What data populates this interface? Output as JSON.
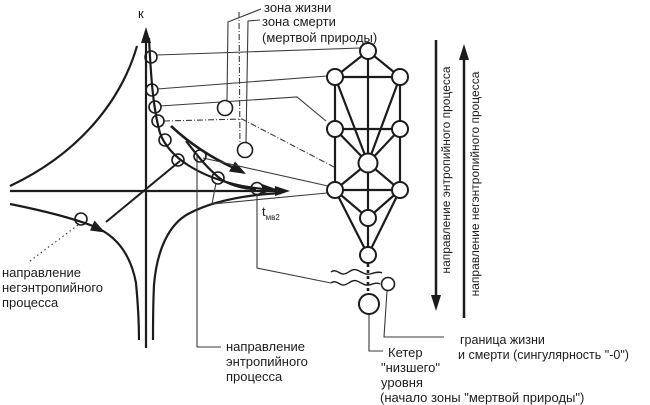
{
  "figure": {
    "background": "#ffffff",
    "ink": "#1c1c1c",
    "thin_line": "#3a3a3a"
  },
  "axes": {
    "y_label": "к",
    "x_label_main": "t",
    "x_label_sub": "мв2"
  },
  "top_labels": {
    "zone_life": "зона жизни",
    "zone_death_line1": "зона смерти",
    "zone_death_line2": "(мертвой природы)"
  },
  "right_arrows": {
    "entropy_label": "направление энтропийного процесса",
    "negentropy_label": "направление негэнтропийного процесса"
  },
  "left_label": {
    "line1": "направление",
    "line2": "негэнтропийного",
    "line3": "процесса"
  },
  "bottom_label": {
    "line1": "направление",
    "line2": "энтропийного",
    "line3": "процесса"
  },
  "keter_label": {
    "line1": "Кетер",
    "line2": "\"низшего\"",
    "line3": "уровня",
    "line4": "(начало зоны  \"мертвой природы\")"
  },
  "boundary_label": {
    "line1": "граница жизни",
    "line2": "и смерти (сингулярность \"-0\")"
  }
}
